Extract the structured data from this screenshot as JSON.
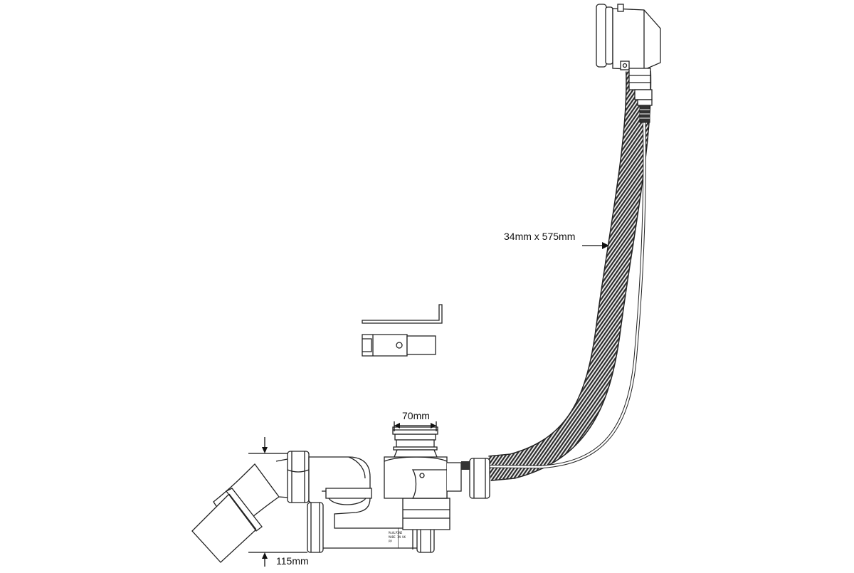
{
  "labels": {
    "hose_size": "34mm x 575mm",
    "waste_diameter": "70mm",
    "trap_height": "115mm"
  },
  "trap_stamp": [
    "McALPINE",
    "MADE IN UK",
    "PP"
  ],
  "colors": {
    "line": "#222222",
    "hose": "#3a3a3a",
    "background": "#ffffff"
  }
}
